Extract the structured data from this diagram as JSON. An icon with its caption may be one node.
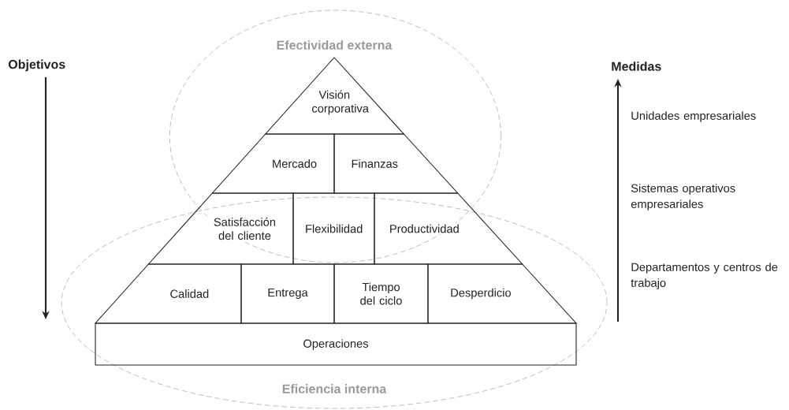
{
  "diagram": {
    "nodes": [
      {
        "text": [
          "Efectividad externa"
        ]
      },
      {
        "text": [
          "Visión corporativa"
        ],
        "in": 0
      },
      {
        "text": [
          "Mercado"
        ],
        "in": 0
      },
      {
        "text": [
          "Finanzas"
        ],
        "in": 0
      },
      {
        "text": [
          "Satisfacción del cliente"
        ],
        "in": 12
      },
      {
        "text": [
          "Flexibilidad"
        ]
      },
      {
        "text": [
          "Productividad"
        ],
        "in": 12
      },
      {
        "text": [
          "Calidad"
        ],
        "in": 12
      },
      {
        "text": [
          "Entrega"
        ],
        "in": 12
      },
      {
        "text": [
          "Tiempo del ciclo"
        ],
        "in": 12
      },
      {
        "text": [
          "Desperdicio"
        ],
        "in": 12
      },
      {
        "text": [
          "Operaciones"
        ],
        "in": 12
      },
      {
        "text": [
          "Eficiencia interna"
        ]
      }
    ],
    "labels": [
      "Objetivos",
      "Medidas",
      "Unidades empresariales",
      "Sistemas operativos empresariales",
      "Departamentos y centros de trabajo"
    ]
  }
}
